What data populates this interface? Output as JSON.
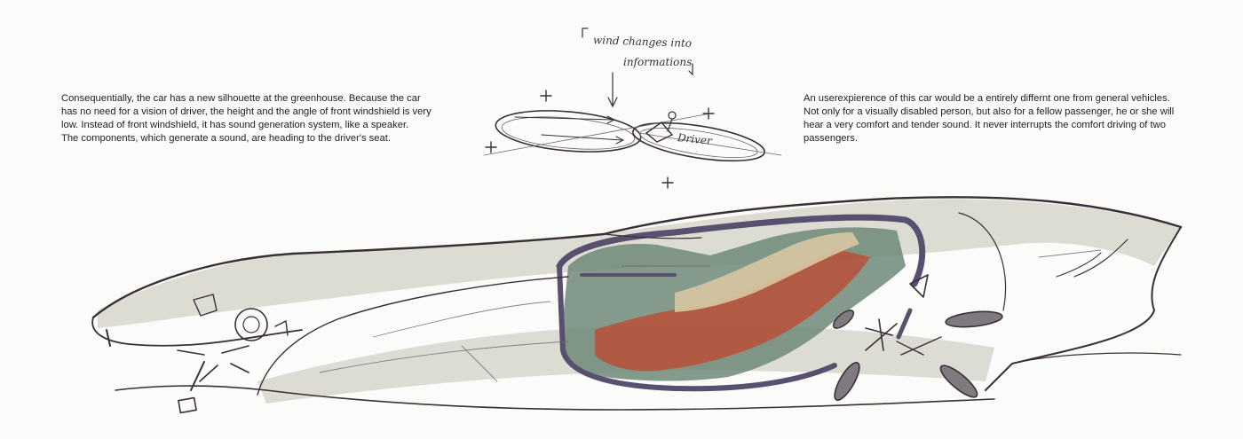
{
  "text_left": [
    "Consequentially, the car has a new silhouette at the greenhouse.  Because the car",
    "has no need for a vision of driver, the height and the angle of front windshield is very",
    "low. Instead of front windshield, it has sound generation system, like a speaker.",
    "The components, which generate a sound, are heading to the driver's seat."
  ],
  "text_right": [
    "An userexpierence of this car would be a entirely differnt one from general vehicles.",
    "Not only for a visually disabled person, but also for a fellow passenger, he or she will",
    "hear a very comfort and tender sound. It never interrupts the comfort driving of two",
    "passengers."
  ],
  "sketch_notes": {
    "line1": "wind changes into",
    "line2": "informations",
    "driver": "Driver"
  },
  "colors": {
    "ink": "#3a2f36",
    "body_grey": "#c9c9bf",
    "interior_green": "#6f8878",
    "seat_red": "#b5553e",
    "seat_beige": "#d8c7a3",
    "trim_purple": "#58506e"
  }
}
